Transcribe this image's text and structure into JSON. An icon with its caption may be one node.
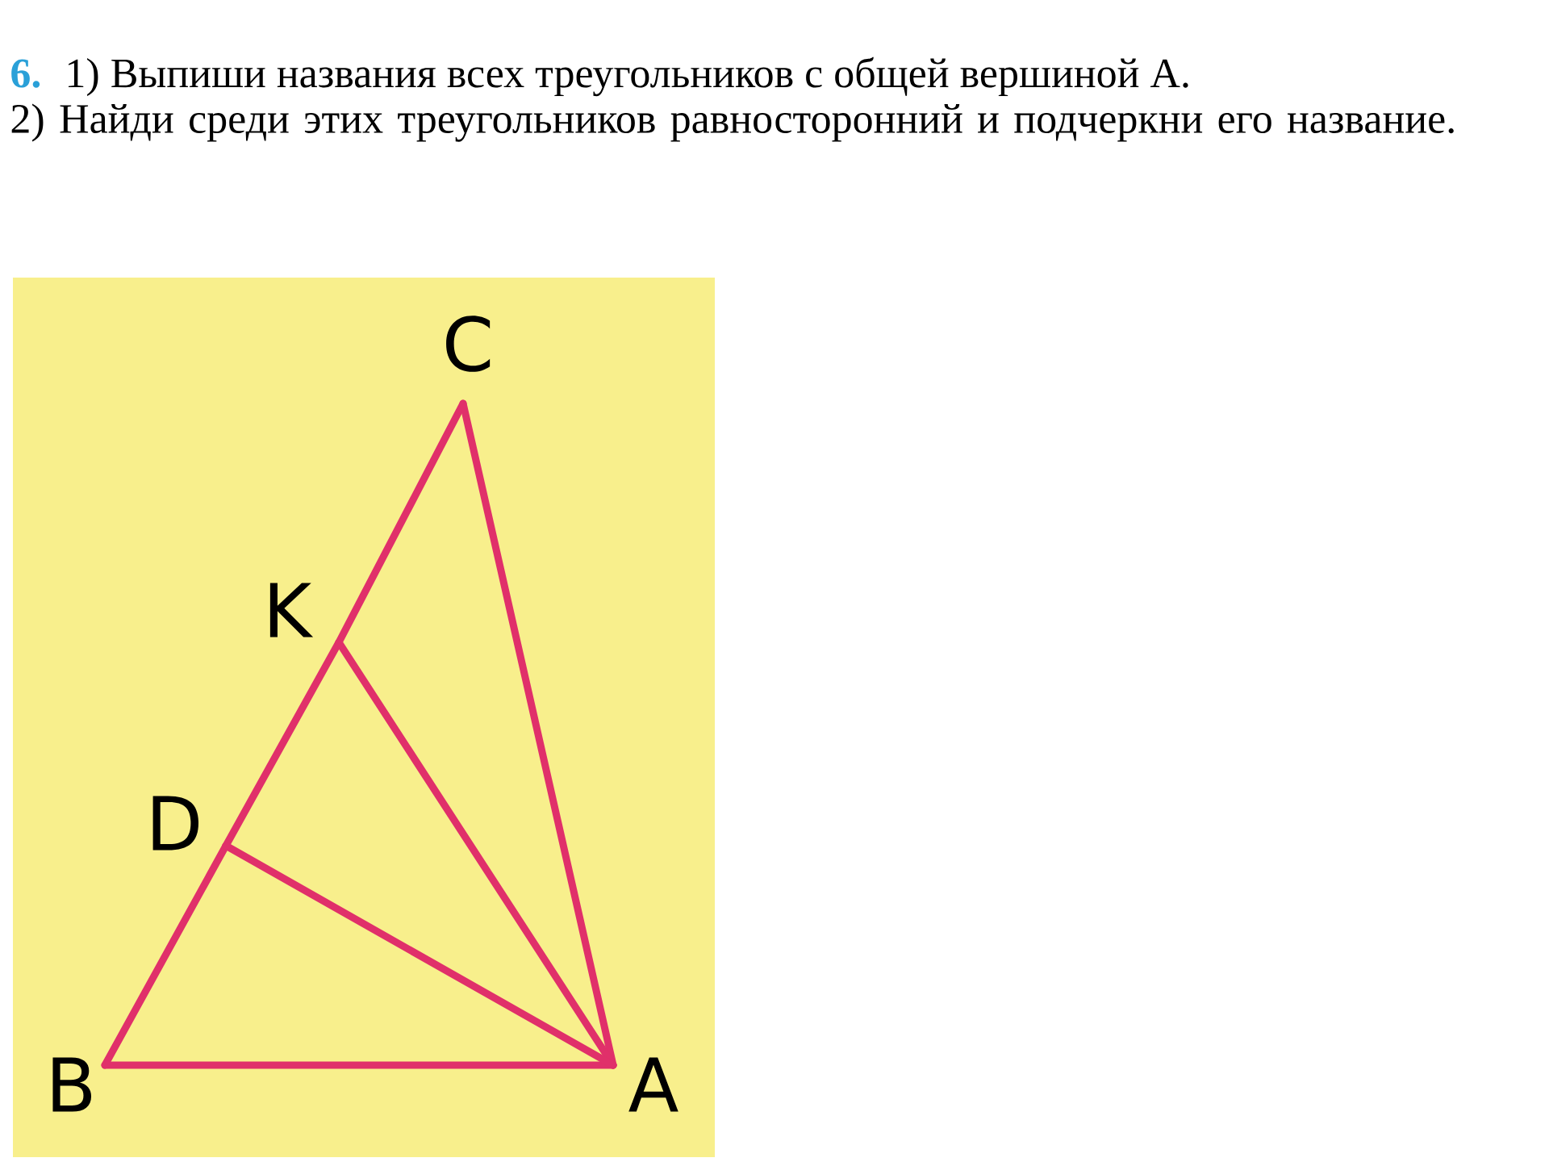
{
  "diagram": {
    "nodes": [
      {
        "text": [
          "C"
        ]
      },
      {
        "text": [
          "K"
        ]
      },
      {
        "text": [
          "D"
        ]
      },
      {
        "text": [
          "B"
        ]
      },
      {
        "text": [
          "A"
        ]
      }
    ],
    "edges": [
      {
        "from": 3,
        "to": 2,
        "arrow": "none"
      },
      {
        "from": 2,
        "to": 1,
        "arrow": "none"
      },
      {
        "from": 1,
        "to": 0,
        "arrow": "none"
      },
      {
        "from": 3,
        "to": 4,
        "arrow": "none"
      },
      {
        "from": 0,
        "to": 4,
        "arrow": "none"
      },
      {
        "from": 1,
        "to": 4,
        "arrow": "none"
      },
      {
        "from": 2,
        "to": 4,
        "arrow": "none"
      }
    ],
    "labels": [
      "6.",
      "1) Выпиши названия всех треугольников с общей вершиной  А.",
      "2) Найди среди этих треугольников равносторонний и подчеркни его название."
    ]
  }
}
